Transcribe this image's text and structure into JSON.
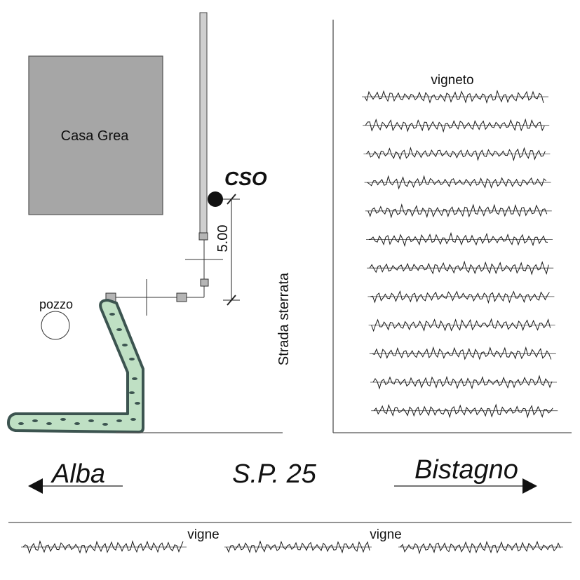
{
  "labels": {
    "building": "Casa Grea",
    "cso": "CSO",
    "dimension": "5.00",
    "well": "pozzo",
    "dirt_road": "Strada sterrata",
    "vineyard": "vigneto",
    "vines_left": "vigne",
    "vines_right": "vigne",
    "road": "S.P. 25",
    "dest_left": "Alba",
    "dest_right": "Bistagno"
  },
  "colors": {
    "building_fill": "#a6a6a6",
    "hedge_fill": "#bfe0c4",
    "hedge_stroke": "#3c5450",
    "ink": "#1a1a1a",
    "pipe_fill": "#cfcfcf"
  }
}
